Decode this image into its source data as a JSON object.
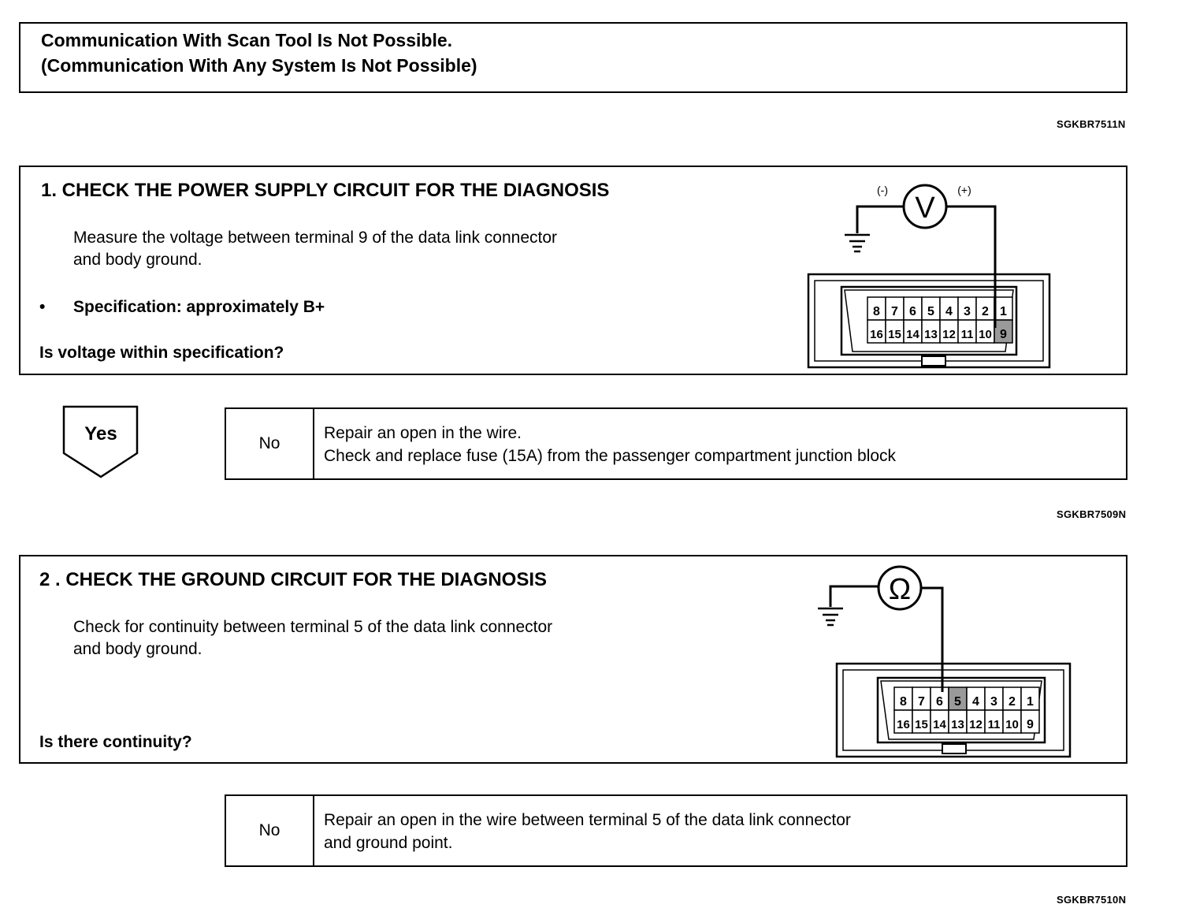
{
  "header": {
    "line1": "Communication  With Scan Tool Is Not Possible.",
    "line2": "(Communication With Any System Is Not Possible)",
    "code": "SGKBR7511N"
  },
  "step1": {
    "title": "1.  CHECK THE POWER SUPPLY CIRCUIT FOR THE DIAGNOSIS",
    "body_line1": "Measure the voltage between terminal 9 of the data link connector",
    "body_line2": "and body ground.",
    "bullet": "•",
    "spec": "Specification: approximately B+",
    "question": "Is voltage within specification?",
    "meter_symbol": "V",
    "neg_label": "(-)",
    "pos_label": "(+)",
    "pins_top": [
      "8",
      "7",
      "6",
      "5",
      "4",
      "3",
      "2",
      "1"
    ],
    "pins_bottom": [
      "16",
      "15",
      "14",
      "13",
      "12",
      "11",
      "10",
      "9"
    ],
    "highlighted_pin": "9",
    "yes_label": "Yes",
    "no_label": "No",
    "no_line1": "Repair an open in the wire.",
    "no_line2": "Check and replace fuse (15A) from the passenger compartment junction block",
    "code": "SGKBR7509N"
  },
  "step2": {
    "title": "2 . CHECK THE GROUND CIRCUIT FOR THE DIAGNOSIS",
    "body_line1": "Check for continuity between terminal 5 of the data link connector",
    "body_line2": "and body ground.",
    "question": "Is there continuity?",
    "meter_symbol": "Ω",
    "pins_top": [
      "8",
      "7",
      "6",
      "5",
      "4",
      "3",
      "2",
      "1"
    ],
    "pins_bottom": [
      "16",
      "15",
      "14",
      "13",
      "12",
      "11",
      "10",
      "9"
    ],
    "highlighted_pin": "5",
    "no_label": "No",
    "no_line1": "Repair an open in the wire between terminal 5 of the data link connector",
    "no_line2": "and ground point.",
    "code": "SGKBR7510N"
  },
  "colors": {
    "ink": "#000000",
    "paper": "#ffffff",
    "highlight": "#9a9a9a"
  }
}
